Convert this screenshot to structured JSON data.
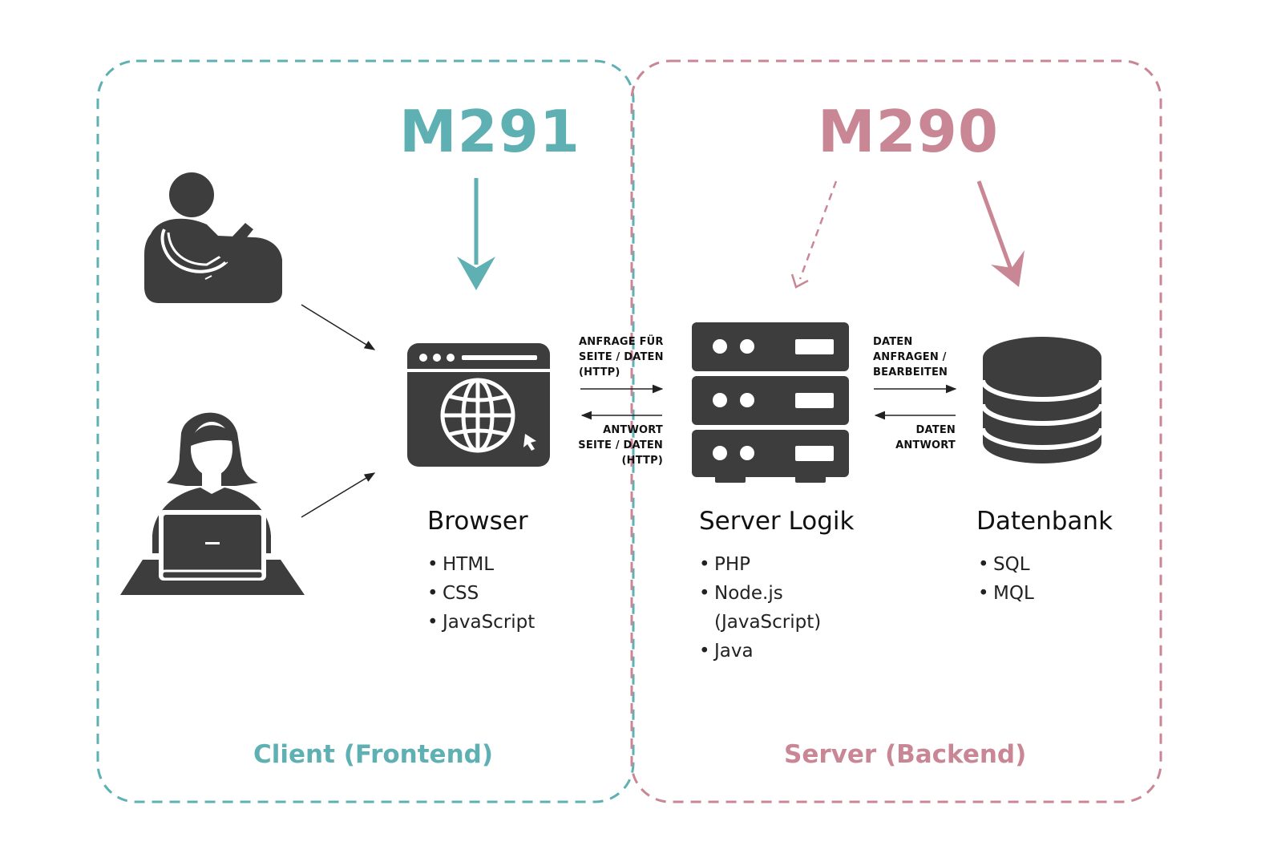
{
  "colors": {
    "client": "#5fb0b3",
    "server": "#c98796",
    "icon": "#3d3d3d",
    "arrow": "#222222"
  },
  "modules": {
    "client": "M291",
    "server": "M290"
  },
  "sections": {
    "client": "Client (Frontend)",
    "server": "Server (Backend)"
  },
  "actors": [
    {
      "icon": "person-with-tablet-icon"
    },
    {
      "icon": "person-with-laptop-icon"
    }
  ],
  "components": {
    "browser": {
      "icon": "browser-globe-icon",
      "title": "Browser",
      "items": [
        "HTML",
        "CSS",
        "JavaScript"
      ]
    },
    "server_logic": {
      "icon": "server-rack-icon",
      "title": "Server Logik",
      "items": [
        "PHP",
        "Node.js\n(JavaScript)",
        "Java"
      ]
    },
    "database": {
      "icon": "database-icon",
      "title": "Datenbank",
      "items": [
        "SQL",
        "MQL"
      ]
    }
  },
  "connections": {
    "browser_request": "ANFRAGE FÜR\nSEITE / DATEN\n(HTTP)",
    "browser_response": "ANTWORT\nSEITE / DATEN\n(HTTP)",
    "db_request": "DATEN\nANFRAGEN /\nBEARBEITEN",
    "db_response": "DATEN\nANTWORT"
  }
}
